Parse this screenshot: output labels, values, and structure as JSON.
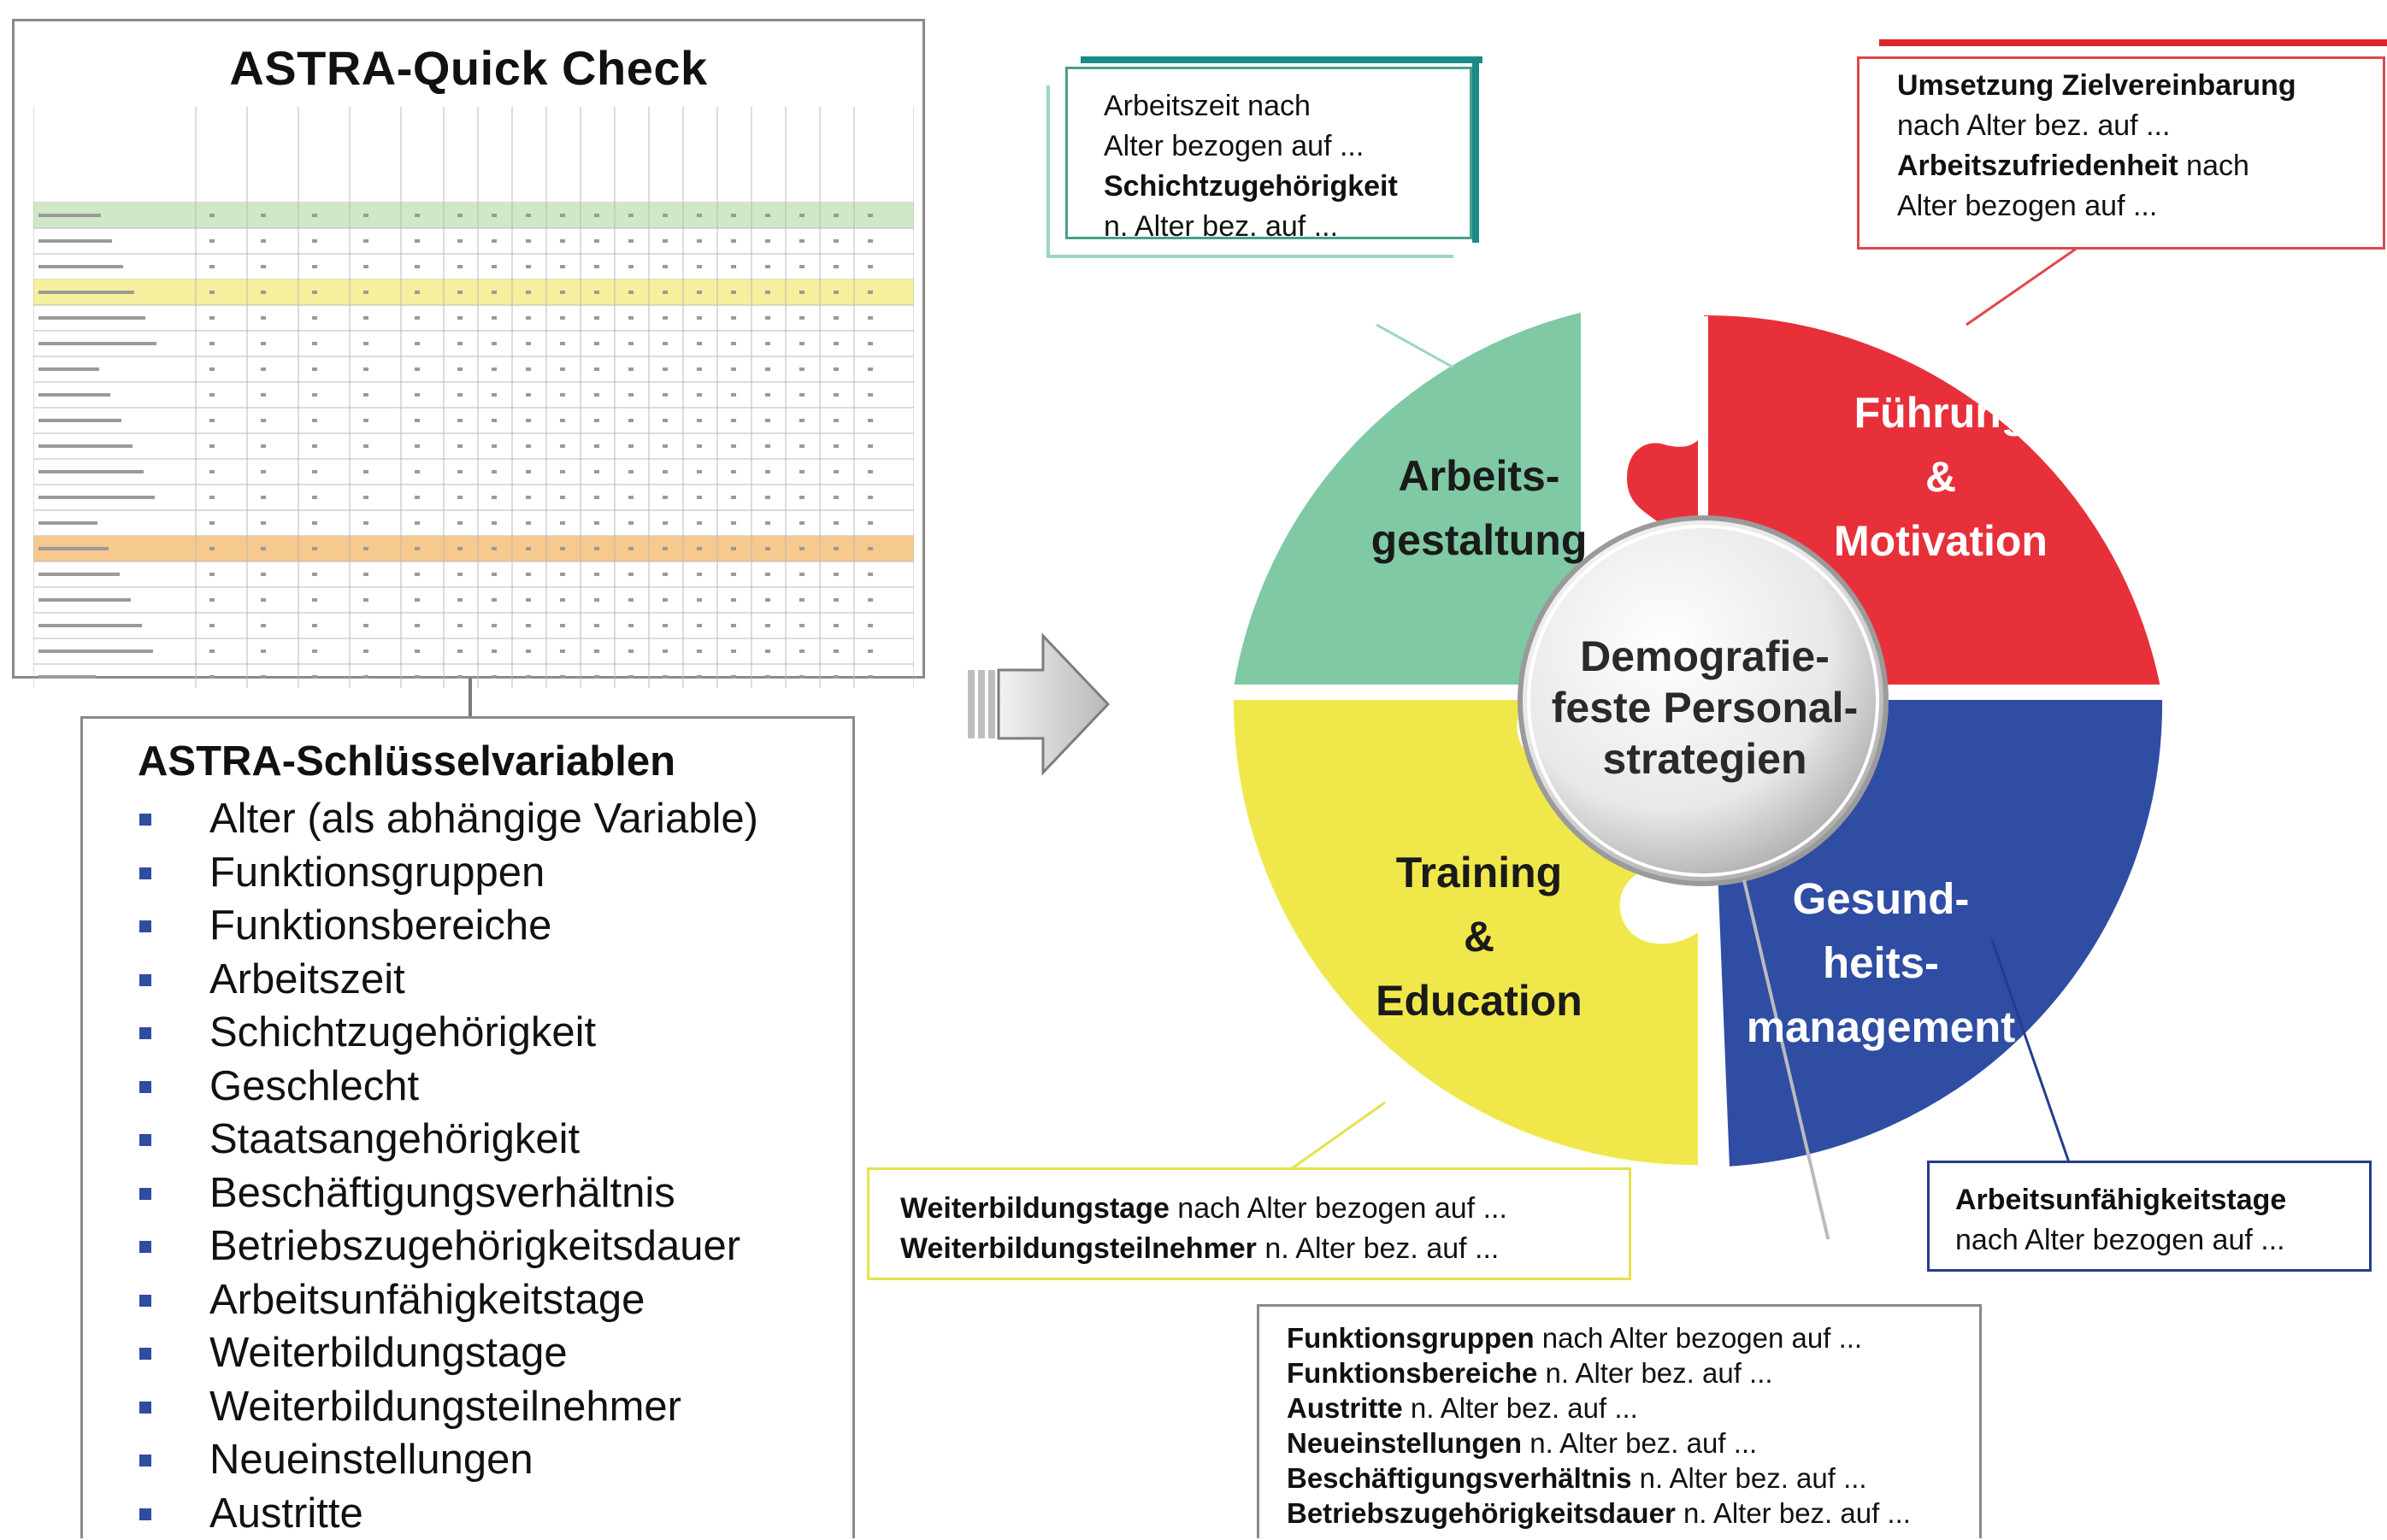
{
  "quick_check": {
    "title": "ASTRA-Quick Check",
    "table_note": "miniature spreadsheet (text illegible)"
  },
  "key_variables": {
    "title": "ASTRA-Schlüsselvariablen",
    "items": [
      "Alter (als abhängige Variable)",
      "Funktionsgruppen",
      "Funktionsbereiche",
      "Arbeitszeit",
      "Schichtzugehörigkeit",
      "Geschlecht",
      "Staatsangehörigkeit",
      "Beschäftigungsverhältnis",
      "Betriebszugehörigkeitsdauer",
      "Arbeitsunfähigkeitstage",
      "Weiterbildungstage",
      "Weiterbildungsteilnehmer",
      "Neueinstellungen",
      "Austritte"
    ]
  },
  "puzzle": {
    "center": [
      "Demografie-",
      "feste Personal-",
      "strategien"
    ],
    "pieces": {
      "arbeit": {
        "lines": [
          "Arbeits-",
          "gestaltung"
        ],
        "color": "#7fc9a4"
      },
      "fuehrung": {
        "lines": [
          "Führung",
          "&",
          "Motivation"
        ],
        "color": "#e8303a"
      },
      "training": {
        "lines": [
          "Training",
          "&",
          "Education"
        ],
        "color": "#f0e84a"
      },
      "gesundheit": {
        "lines": [
          "Gesund-",
          "heits-",
          "management"
        ],
        "color": "#2f4da3"
      }
    }
  },
  "callouts": {
    "arbeit": [
      {
        "bold": "",
        "text": "Arbeitszeit nach"
      },
      {
        "bold": "",
        "text": "Alter bezogen auf ..."
      },
      {
        "bold": "Schichtzugehörigkeit",
        "text": ""
      },
      {
        "bold": "",
        "text": "n. Alter bez. auf ..."
      }
    ],
    "fuehrung": [
      {
        "bold": "Umsetzung Zielvereinbarung",
        "text": ""
      },
      {
        "bold": "",
        "text": "nach Alter bez. auf ..."
      },
      {
        "bold": "Arbeitszufriedenheit",
        "text": " nach"
      },
      {
        "bold": "",
        "text": "Alter bezogen auf ..."
      }
    ],
    "weiterbildung": [
      {
        "bold": "Weiterbildungstage",
        "text": " nach Alter bezogen auf ..."
      },
      {
        "bold": "Weiterbildungsteilnehmer",
        "text": " n. Alter bez. auf ..."
      }
    ],
    "arbeitsunfaehigkeit": [
      {
        "bold": "Arbeitsunfähigkeitstage",
        "text": ""
      },
      {
        "bold": "",
        "text": "nach Alter bezogen auf ..."
      }
    ],
    "funktion": [
      {
        "bold": "Funktionsgruppen",
        "text": " nach Alter bezogen auf ..."
      },
      {
        "bold": "Funktionsbereiche",
        "text": " n. Alter bez. auf ..."
      },
      {
        "bold": "Austritte",
        "text": " n. Alter bez. auf ..."
      },
      {
        "bold": "Neueinstellungen",
        "text": " n. Alter bez. auf ..."
      },
      {
        "bold": "Beschäftigungsverhältnis",
        "text": " n. Alter bez. auf ..."
      },
      {
        "bold": "Betriebszugehörigkeitsdauer",
        "text": " n. Alter bez. auf ..."
      }
    ]
  }
}
